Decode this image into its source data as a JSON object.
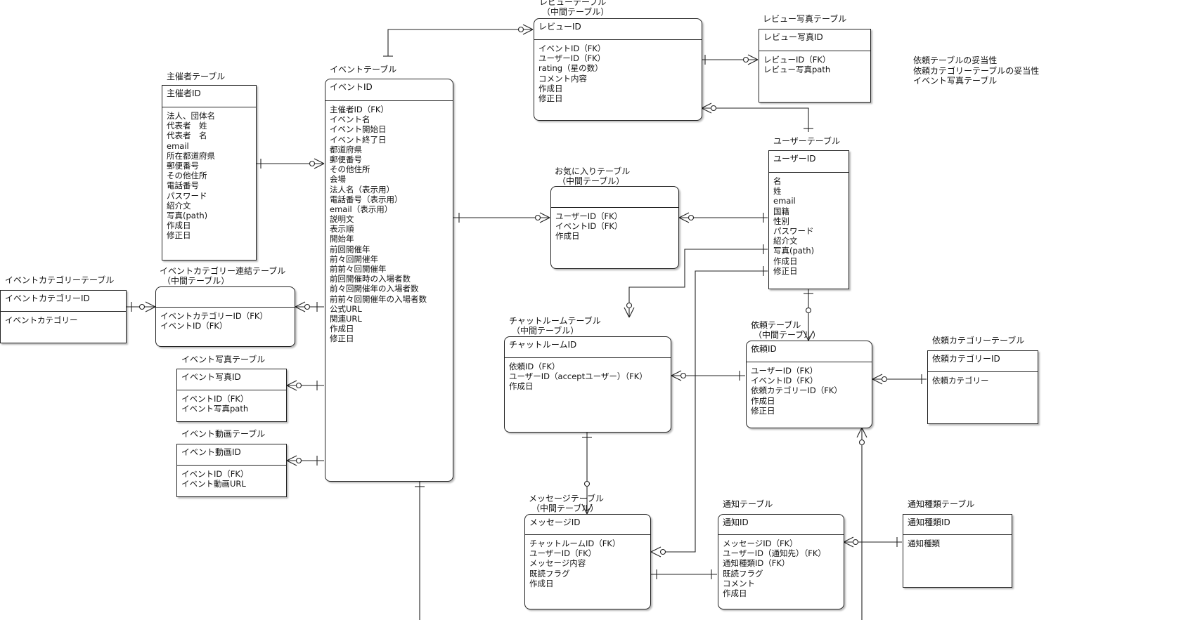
{
  "tables": {
    "review": {
      "caption": [
        "レビューテーブル",
        "（中間テーブル）"
      ],
      "header": "レビューID",
      "fields": [
        "イベントID（FK）",
        "ユーザーID（FK）",
        "rating（星の数）",
        "コメント内容",
        "作成日",
        "修正日"
      ]
    },
    "review_photo": {
      "caption": [
        "レビュー写真テーブル"
      ],
      "header": "レビュー写真ID",
      "fields": [
        "レビューID（FK）",
        "レビュー写真path"
      ]
    },
    "organizer": {
      "caption": [
        "主催者テーブル"
      ],
      "header": "主催者ID",
      "fields": [
        "法人、団体名",
        "代表者　姓",
        "代表者　名",
        "email",
        "所在都道府県",
        "郵便番号",
        "その他住所",
        "電話番号",
        "パスワード",
        "紹介文",
        "写真(path)",
        "作成日",
        "修正日"
      ]
    },
    "event": {
      "caption": [
        "イベントテーブル"
      ],
      "header": "イベントID",
      "fields": [
        "主催者ID（FK）",
        "イベント名",
        "イベント開始日",
        "イベント終了日",
        "都道府県",
        "郵便番号",
        "その他住所",
        "会場",
        "法人名（表示用）",
        "電話番号（表示用）",
        "email（表示用）",
        "説明文",
        "表示順",
        "開始年",
        "前回開催年",
        "前々回開催年",
        "前前々回開催年",
        "前回開催時の入場者数",
        "前々回開催年の入場者数",
        "前前々回開催年の入場者数",
        "公式URL",
        "関連URL",
        "作成日",
        "修正日"
      ]
    },
    "favorite": {
      "caption": [
        "お気に入りテーブル",
        "（中間テーブル）"
      ],
      "header": "",
      "fields": [
        "ユーザーID（FK）",
        "イベントID（FK）",
        "作成日"
      ]
    },
    "user": {
      "caption": [
        "ユーザーテーブル"
      ],
      "header": "ユーザーID",
      "fields": [
        "名",
        "姓",
        "email",
        "国籍",
        "性別",
        "パスワード",
        "紹介文",
        "写真(path)",
        "作成日",
        "修正日"
      ]
    },
    "event_category": {
      "caption": [
        "イベントカテゴリーテーブル"
      ],
      "header": "イベントカテゴリーID",
      "fields": [
        "イベントカテゴリー"
      ]
    },
    "event_category_link": {
      "caption": [
        "イベントカテゴリー連結テーブル",
        "（中間テーブル）"
      ],
      "header": "",
      "fields": [
        "イベントカテゴリーID（FK）",
        "イベントID（FK）"
      ]
    },
    "event_photo": {
      "caption": [
        "イベント写真テーブル"
      ],
      "header": "イベント写真ID",
      "fields": [
        "イベントID（FK）",
        "イベント写真path"
      ]
    },
    "event_video": {
      "caption": [
        "イベント動画テーブル"
      ],
      "header": "イベント動画ID",
      "fields": [
        "イベントID（FK）",
        "イベント動画URL"
      ]
    },
    "chatroom": {
      "caption": [
        "チャットルームテーブル",
        "（中間テーブル）"
      ],
      "header": "チャットルームID",
      "fields": [
        "依頼ID（FK）",
        "ユーザーID（acceptユーザー）（FK）",
        "作成日"
      ]
    },
    "request": {
      "caption": [
        "依頼テーブル",
        "（中間テーブル）"
      ],
      "header": "依頼ID",
      "fields": [
        "ユーザーID（FK）",
        "イベントID（FK）",
        "依頼カテゴリーID（FK）",
        "作成日",
        "修正日"
      ]
    },
    "request_category": {
      "caption": [
        "依頼カテゴリーテーブル"
      ],
      "header": "依頼カテゴリーID",
      "fields": [
        "依頼カテゴリー"
      ]
    },
    "message": {
      "caption": [
        "メッセージテーブル",
        "（中間テーブル）"
      ],
      "header": "メッセージID",
      "fields": [
        "チャットルームID（FK）",
        "ユーザーID（FK）",
        "メッセージ内容",
        "既読フラグ",
        "作成日"
      ]
    },
    "notification": {
      "caption": [
        "通知テーブル"
      ],
      "header": "通知ID",
      "fields": [
        "メッセージID（FK）",
        "ユーザーID（通知先）（FK）",
        "通知種類ID（FK）",
        "既読フラグ",
        "コメント",
        "作成日"
      ]
    },
    "notification_type": {
      "caption": [
        "通知種類テーブル"
      ],
      "header": "通知種類ID",
      "fields": [
        "通知種類"
      ]
    }
  },
  "notes": [
    "依頼テーブルの妥当性",
    "依頼カテゴリーテーブルの妥当性",
    "イベント写真テーブル"
  ]
}
